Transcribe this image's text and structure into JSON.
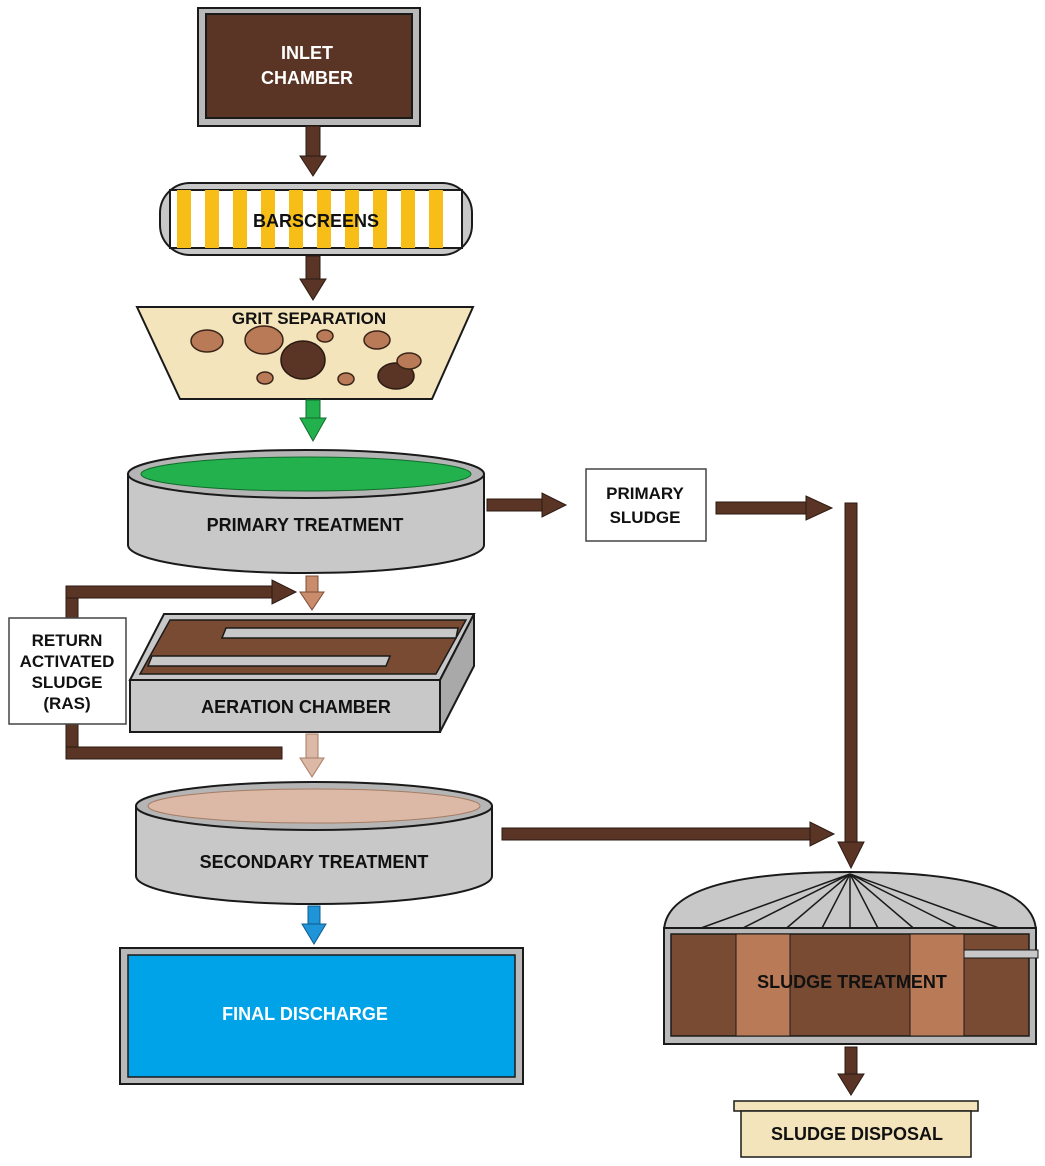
{
  "labels": {
    "inlet_line1": "INLET",
    "inlet_line2": "CHAMBER",
    "barscreens": "BARSCREENS",
    "grit": "GRIT SEPARATION",
    "primary_treatment": "PRIMARY TREATMENT",
    "primary_sludge_line1": "PRIMARY",
    "primary_sludge_line2": "SLUDGE",
    "ras_line1": "RETURN",
    "ras_line2": "ACTIVATED",
    "ras_line3": "SLUDGE",
    "ras_line4": "(RAS)",
    "aeration": "AERATION CHAMBER",
    "secondary_treatment": "SECONDARY TREATMENT",
    "final_discharge": "FINAL DISCHARGE",
    "sludge_treatment": "SLUDGE TREATMENT",
    "sludge_disposal": "SLUDGE DISPOSAL"
  },
  "colors": {
    "inlet_fill": "#5a3526",
    "arrow_brown": "#5a3526",
    "bar_yellow": "#f7be17",
    "grit_fill": "#f3e4bb",
    "primary_water": "#22b14c",
    "primary_arrow": "#22b14c",
    "tank_gray": "#c8c8c8",
    "aeration_sludge": "#7a4b33",
    "secondary_water": "#dcb9a6",
    "light_arrow": "#c98d6e",
    "discharge_blue": "#00a2e8",
    "discharge_arrow": "#1f94d8",
    "digester_dark": "#7a4b33",
    "digester_light": "#b97a57",
    "disposal_fill": "#f3e4bb"
  }
}
